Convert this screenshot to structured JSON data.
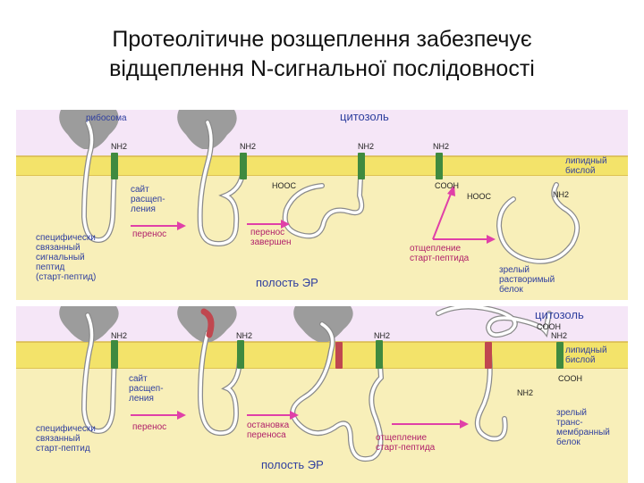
{
  "title": {
    "line1": "Протеолітичне розщеплення забезпечує",
    "line2": "відщеплення N-сигнальної послідовності"
  },
  "colors": {
    "cytosol": "#f5e6f7",
    "membrane": "#f3e36a",
    "er_lumen": "#f8efb9",
    "ribosome": "#9c9c9c",
    "signal_peptide": "#3f8a3f",
    "stop_transfer": "#c0474f",
    "chain": "#bfbfbf",
    "arrow": "#e040a8",
    "label_text": "#2f3f9f"
  },
  "top": {
    "ribosome_label": "рибосома",
    "cytosol_label": "цитозоль",
    "bilayer_label": [
      "липидный",
      "бислой"
    ],
    "er_label": "полость ЭР",
    "nh2": [
      "NH2",
      "NH2",
      "NH2",
      "NH2",
      "NH2"
    ],
    "hooc": "HOOC",
    "cooh": "COOH",
    "hooc2": "HOOC",
    "cleavage_site": [
      "сайт",
      "расщеп-",
      "ления"
    ],
    "signal_peptide": [
      "специфически",
      "связанный",
      "сигнальный",
      "пептид",
      "(старт-пептид)"
    ],
    "transfer": "перенос",
    "transfer_done": [
      "перенос",
      "завершен"
    ],
    "cleavage": [
      "отщепление",
      "старт-пептида"
    ],
    "mature": [
      "зрелый",
      "растворимый",
      "белок"
    ]
  },
  "bottom": {
    "cytosol_label": "цитозоль",
    "bilayer_label": [
      "липидный",
      "бислой"
    ],
    "er_label": "полость ЭР",
    "nh2": [
      "NH2",
      "NH2",
      "NH2",
      "NH2",
      "NH2"
    ],
    "cooh_top": "COOH",
    "cooh_bottom": "COOH",
    "cleavage_site": [
      "сайт",
      "расщеп-",
      "ления"
    ],
    "signal_peptide": [
      "специфически",
      "связанный",
      "старт-пептид"
    ],
    "transfer": "перенос",
    "stop_transfer": [
      "остановка",
      "переноса"
    ],
    "cleavage": [
      "отщепление",
      "старт-пептида"
    ],
    "mature": [
      "зрелый",
      "транс-",
      "мембранный",
      "белок"
    ]
  }
}
